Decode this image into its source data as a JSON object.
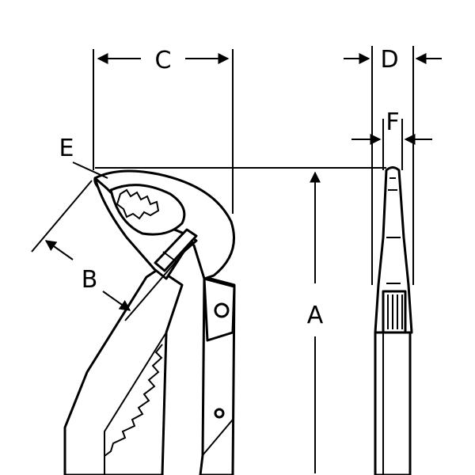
{
  "dimensions": {
    "a": "A",
    "b": "B",
    "c": "C",
    "d": "D",
    "e": "E",
    "f": "F"
  },
  "colors": {
    "line": "#000000",
    "background": "#ffffff"
  }
}
